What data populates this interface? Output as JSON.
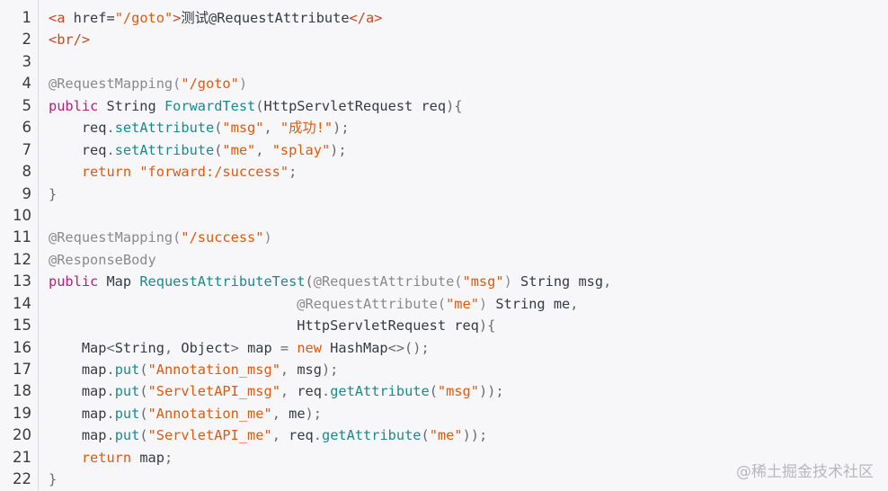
{
  "lines": [
    [
      [
        "tag",
        "<a "
      ],
      [
        "attr",
        "href="
      ],
      [
        "str",
        "\"/goto\""
      ],
      [
        "tag",
        ">"
      ],
      [
        "id",
        "测试@RequestAttribute"
      ],
      [
        "tag",
        "</a>"
      ]
    ],
    [
      [
        "tag",
        "<br/>"
      ]
    ],
    [],
    [
      [
        "ann",
        "@RequestMapping("
      ],
      [
        "str",
        "\"/goto\""
      ],
      [
        "ann",
        ")"
      ]
    ],
    [
      [
        "kw",
        "public "
      ],
      [
        "id",
        "String "
      ],
      [
        "call",
        "ForwardTest"
      ],
      [
        "pun",
        "("
      ],
      [
        "id",
        "HttpServletRequest req"
      ],
      [
        "pun",
        "){"
      ]
    ],
    [
      [
        "id",
        "    req"
      ],
      [
        "pun",
        "."
      ],
      [
        "call",
        "setAttribute"
      ],
      [
        "pun",
        "("
      ],
      [
        "str",
        "\"msg\""
      ],
      [
        "pun",
        ", "
      ],
      [
        "str",
        "\"成功!\""
      ],
      [
        "pun",
        ");"
      ]
    ],
    [
      [
        "id",
        "    req"
      ],
      [
        "pun",
        "."
      ],
      [
        "call",
        "setAttribute"
      ],
      [
        "pun",
        "("
      ],
      [
        "str",
        "\"me\""
      ],
      [
        "pun",
        ", "
      ],
      [
        "str",
        "\"splay\""
      ],
      [
        "pun",
        ");"
      ]
    ],
    [
      [
        "ret",
        "    return "
      ],
      [
        "str",
        "\"forward:/success\""
      ],
      [
        "pun",
        ";"
      ]
    ],
    [
      [
        "pun",
        "}"
      ]
    ],
    [],
    [
      [
        "ann",
        "@RequestMapping("
      ],
      [
        "str",
        "\"/success\""
      ],
      [
        "ann",
        ")"
      ]
    ],
    [
      [
        "ann",
        "@ResponseBody"
      ]
    ],
    [
      [
        "kw",
        "public "
      ],
      [
        "id",
        "Map "
      ],
      [
        "call",
        "RequestAttributeTest"
      ],
      [
        "pun",
        "("
      ],
      [
        "ann",
        "@RequestAttribute("
      ],
      [
        "str",
        "\"msg\""
      ],
      [
        "ann",
        ")"
      ],
      [
        "id",
        " String msg"
      ],
      [
        "pun",
        ","
      ]
    ],
    [
      [
        "id",
        "                              "
      ],
      [
        "ann",
        "@RequestAttribute("
      ],
      [
        "str",
        "\"me\""
      ],
      [
        "ann",
        ")"
      ],
      [
        "id",
        " String me"
      ],
      [
        "pun",
        ","
      ]
    ],
    [
      [
        "id",
        "                              HttpServletRequest req"
      ],
      [
        "pun",
        "){"
      ]
    ],
    [
      [
        "id",
        "    Map"
      ],
      [
        "pun",
        "<"
      ],
      [
        "id",
        "String"
      ],
      [
        "pun",
        ", "
      ],
      [
        "id",
        "Object"
      ],
      [
        "pun",
        "> "
      ],
      [
        "id",
        "map "
      ],
      [
        "pun",
        "= "
      ],
      [
        "new",
        "new "
      ],
      [
        "id",
        "HashMap"
      ],
      [
        "pun",
        "<>();"
      ]
    ],
    [
      [
        "id",
        "    map"
      ],
      [
        "pun",
        "."
      ],
      [
        "call",
        "put"
      ],
      [
        "pun",
        "("
      ],
      [
        "str",
        "\"Annotation_msg\""
      ],
      [
        "pun",
        ", "
      ],
      [
        "id",
        "msg"
      ],
      [
        "pun",
        ");"
      ]
    ],
    [
      [
        "id",
        "    map"
      ],
      [
        "pun",
        "."
      ],
      [
        "call",
        "put"
      ],
      [
        "pun",
        "("
      ],
      [
        "str",
        "\"ServletAPI_msg\""
      ],
      [
        "pun",
        ", "
      ],
      [
        "id",
        "req"
      ],
      [
        "pun",
        "."
      ],
      [
        "call",
        "getAttribute"
      ],
      [
        "pun",
        "("
      ],
      [
        "str",
        "\"msg\""
      ],
      [
        "pun",
        "));"
      ]
    ],
    [
      [
        "id",
        "    map"
      ],
      [
        "pun",
        "."
      ],
      [
        "call",
        "put"
      ],
      [
        "pun",
        "("
      ],
      [
        "str",
        "\"Annotation_me\""
      ],
      [
        "pun",
        ", "
      ],
      [
        "id",
        "me"
      ],
      [
        "pun",
        ");"
      ]
    ],
    [
      [
        "id",
        "    map"
      ],
      [
        "pun",
        "."
      ],
      [
        "call",
        "put"
      ],
      [
        "pun",
        "("
      ],
      [
        "str",
        "\"ServletAPI_me\""
      ],
      [
        "pun",
        ", "
      ],
      [
        "id",
        "req"
      ],
      [
        "pun",
        "."
      ],
      [
        "call",
        "getAttribute"
      ],
      [
        "pun",
        "("
      ],
      [
        "str",
        "\"me\""
      ],
      [
        "pun",
        "));"
      ]
    ],
    [
      [
        "ret",
        "    return "
      ],
      [
        "id",
        "map"
      ],
      [
        "pun",
        ";"
      ]
    ],
    [
      [
        "pun",
        "}"
      ]
    ]
  ],
  "watermark": "@稀土掘金技术社区",
  "colors": {
    "background": "#f7f7f9",
    "string": "#e05a0e",
    "keyword": "#b81f7a",
    "annotation": "#8a8a8a",
    "method": "#1a8a8c",
    "tag": "#c8481d",
    "line_number": "#3a3a3a"
  }
}
